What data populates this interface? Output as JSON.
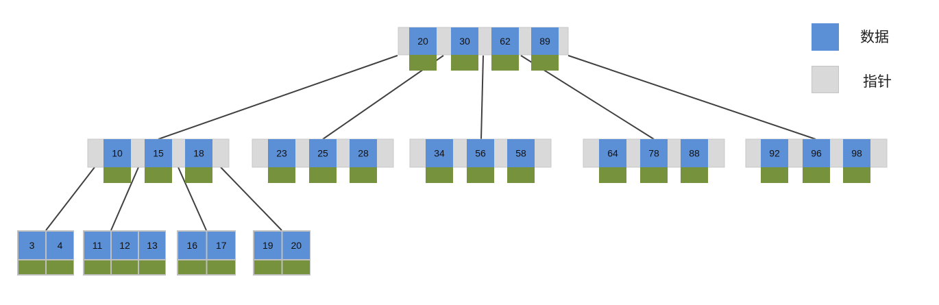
{
  "legend": {
    "data_label": "数据",
    "pointer_label": "指针",
    "data_color": "#5b8fd6",
    "pointer_color": "#d9d9d9",
    "stub_color": "#76923c"
  },
  "tree": {
    "root": {
      "id": "root",
      "keys": [
        "20",
        "30",
        "62",
        "89"
      ]
    },
    "level1": [
      {
        "id": "n10",
        "keys": [
          "10",
          "15",
          "18"
        ]
      },
      {
        "id": "n23",
        "keys": [
          "23",
          "25",
          "28"
        ]
      },
      {
        "id": "n34",
        "keys": [
          "34",
          "56",
          "58"
        ]
      },
      {
        "id": "n64",
        "keys": [
          "64",
          "78",
          "88"
        ]
      },
      {
        "id": "n92",
        "keys": [
          "92",
          "96",
          "98"
        ]
      }
    ],
    "leaves": [
      {
        "id": "l3",
        "keys": [
          "3",
          "4"
        ]
      },
      {
        "id": "l11",
        "keys": [
          "11",
          "12",
          "13"
        ]
      },
      {
        "id": "l16",
        "keys": [
          "16",
          "17"
        ]
      },
      {
        "id": "l19",
        "keys": [
          "19",
          "20"
        ]
      }
    ]
  }
}
